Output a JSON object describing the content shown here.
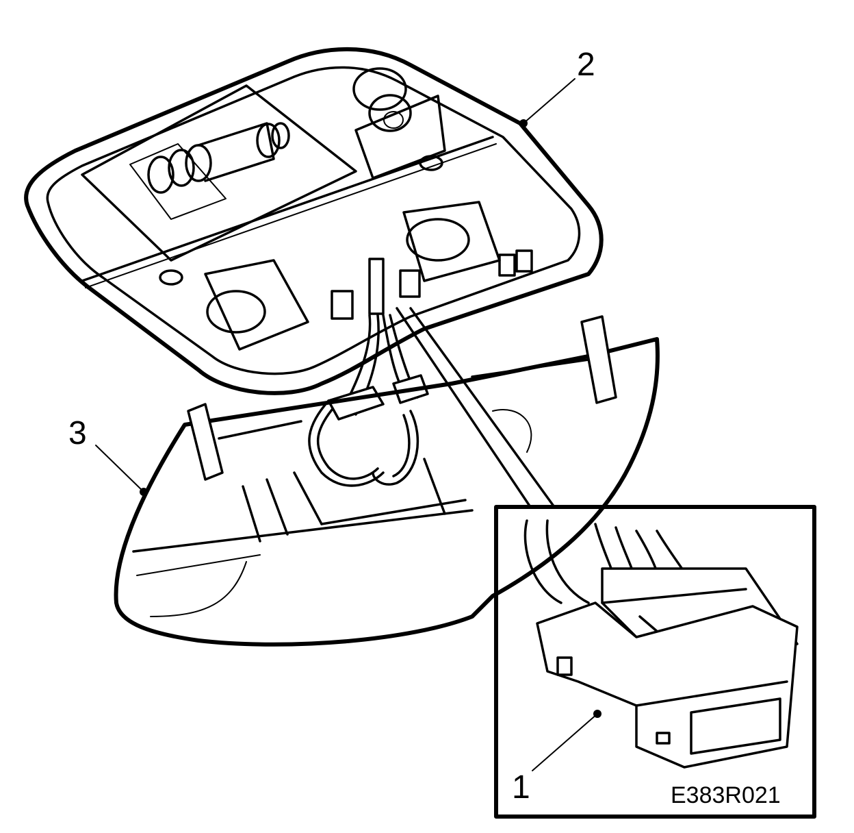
{
  "callouts": {
    "label_1": "1",
    "label_2": "2",
    "label_3": "3"
  },
  "figure_code": "E383R021",
  "colors": {
    "ink": "#000000",
    "paper": "#ffffff"
  }
}
